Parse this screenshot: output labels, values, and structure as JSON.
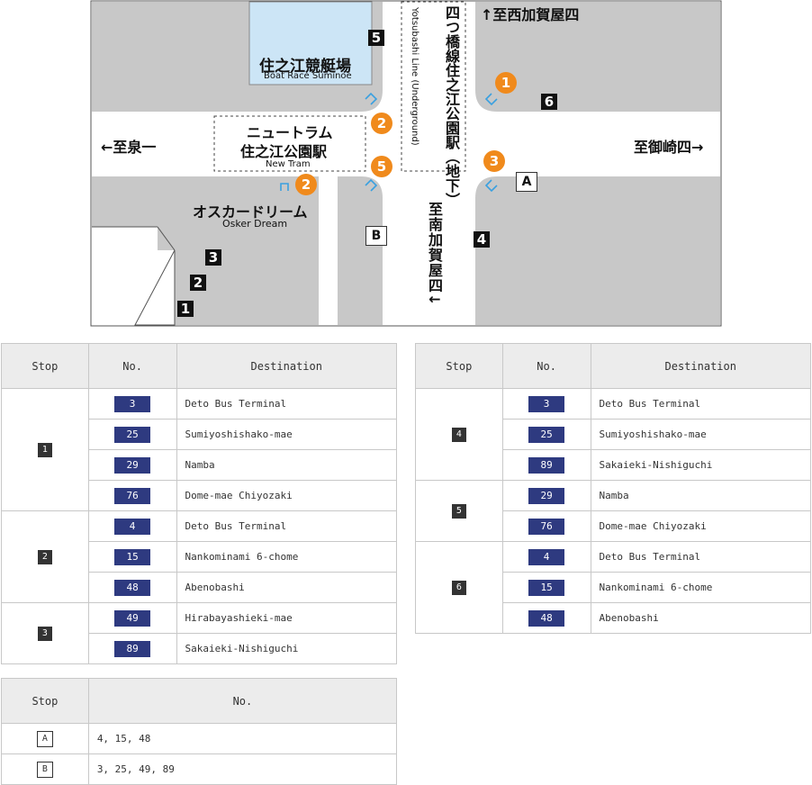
{
  "map": {
    "arrows": {
      "north": "↑至西加賀屋四",
      "west": "←至泉一",
      "east": "至御崎四→",
      "south": "至南加賀屋四↓"
    },
    "boat_race": {
      "jp": "住之江競艇場",
      "en": "Boat Race Suminoe"
    },
    "new_tram": {
      "jp1": "ニュートラム",
      "jp2": "住之江公園駅",
      "en": "New Tram"
    },
    "subway": {
      "jp": "四つ橋線住之江公園駅（地下）",
      "en": "Yotsubashi Line (Underground)"
    },
    "osker": {
      "jp": "オスカードリーム",
      "en": "Osker Dream"
    },
    "stop_markers": [
      "1",
      "2",
      "3",
      "4",
      "5",
      "6"
    ],
    "exit_markers": [
      "1",
      "2",
      "2",
      "3",
      "5"
    ],
    "boarding_markers": [
      "A",
      "B"
    ]
  },
  "table1": {
    "headers": [
      "Stop",
      "No.",
      "Destination"
    ],
    "groups": [
      {
        "stop": "1",
        "rows": [
          {
            "no": "3",
            "dest": "Deto Bus Terminal"
          },
          {
            "no": "25",
            "dest": "Sumiyoshishako-mae"
          },
          {
            "no": "29",
            "dest": "Namba"
          },
          {
            "no": "76",
            "dest": "Dome-mae Chiyozaki"
          }
        ]
      },
      {
        "stop": "2",
        "rows": [
          {
            "no": "4",
            "dest": "Deto Bus Terminal"
          },
          {
            "no": "15",
            "dest": "Nankominami 6-chome"
          },
          {
            "no": "48",
            "dest": "Abenobashi"
          }
        ]
      },
      {
        "stop": "3",
        "rows": [
          {
            "no": "49",
            "dest": "Hirabayashieki-mae"
          },
          {
            "no": "89",
            "dest": "Sakaieki-Nishiguchi"
          }
        ]
      }
    ]
  },
  "table2": {
    "headers": [
      "Stop",
      "No.",
      "Destination"
    ],
    "groups": [
      {
        "stop": "4",
        "rows": [
          {
            "no": "3",
            "dest": "Deto Bus Terminal"
          },
          {
            "no": "25",
            "dest": "Sumiyoshishako-mae"
          },
          {
            "no": "89",
            "dest": "Sakaieki-Nishiguchi"
          }
        ]
      },
      {
        "stop": "5",
        "rows": [
          {
            "no": "29",
            "dest": "Namba"
          },
          {
            "no": "76",
            "dest": "Dome-mae Chiyozaki"
          }
        ]
      },
      {
        "stop": "6",
        "rows": [
          {
            "no": "4",
            "dest": "Deto Bus Terminal"
          },
          {
            "no": "15",
            "dest": "Nankominami 6-chome"
          },
          {
            "no": "48",
            "dest": "Abenobashi"
          }
        ]
      }
    ]
  },
  "table3": {
    "headers": [
      "Stop",
      "No."
    ],
    "rows": [
      {
        "stop": "A",
        "nos": "4, 15, 48"
      },
      {
        "stop": "B",
        "nos": "3, 25, 49, 89"
      }
    ]
  },
  "colors": {
    "block": "#c8c8c8",
    "water": "#cce5f6",
    "orange": "#f08a1c",
    "route": "#2e3a80",
    "exit": "#3aa0e0"
  }
}
